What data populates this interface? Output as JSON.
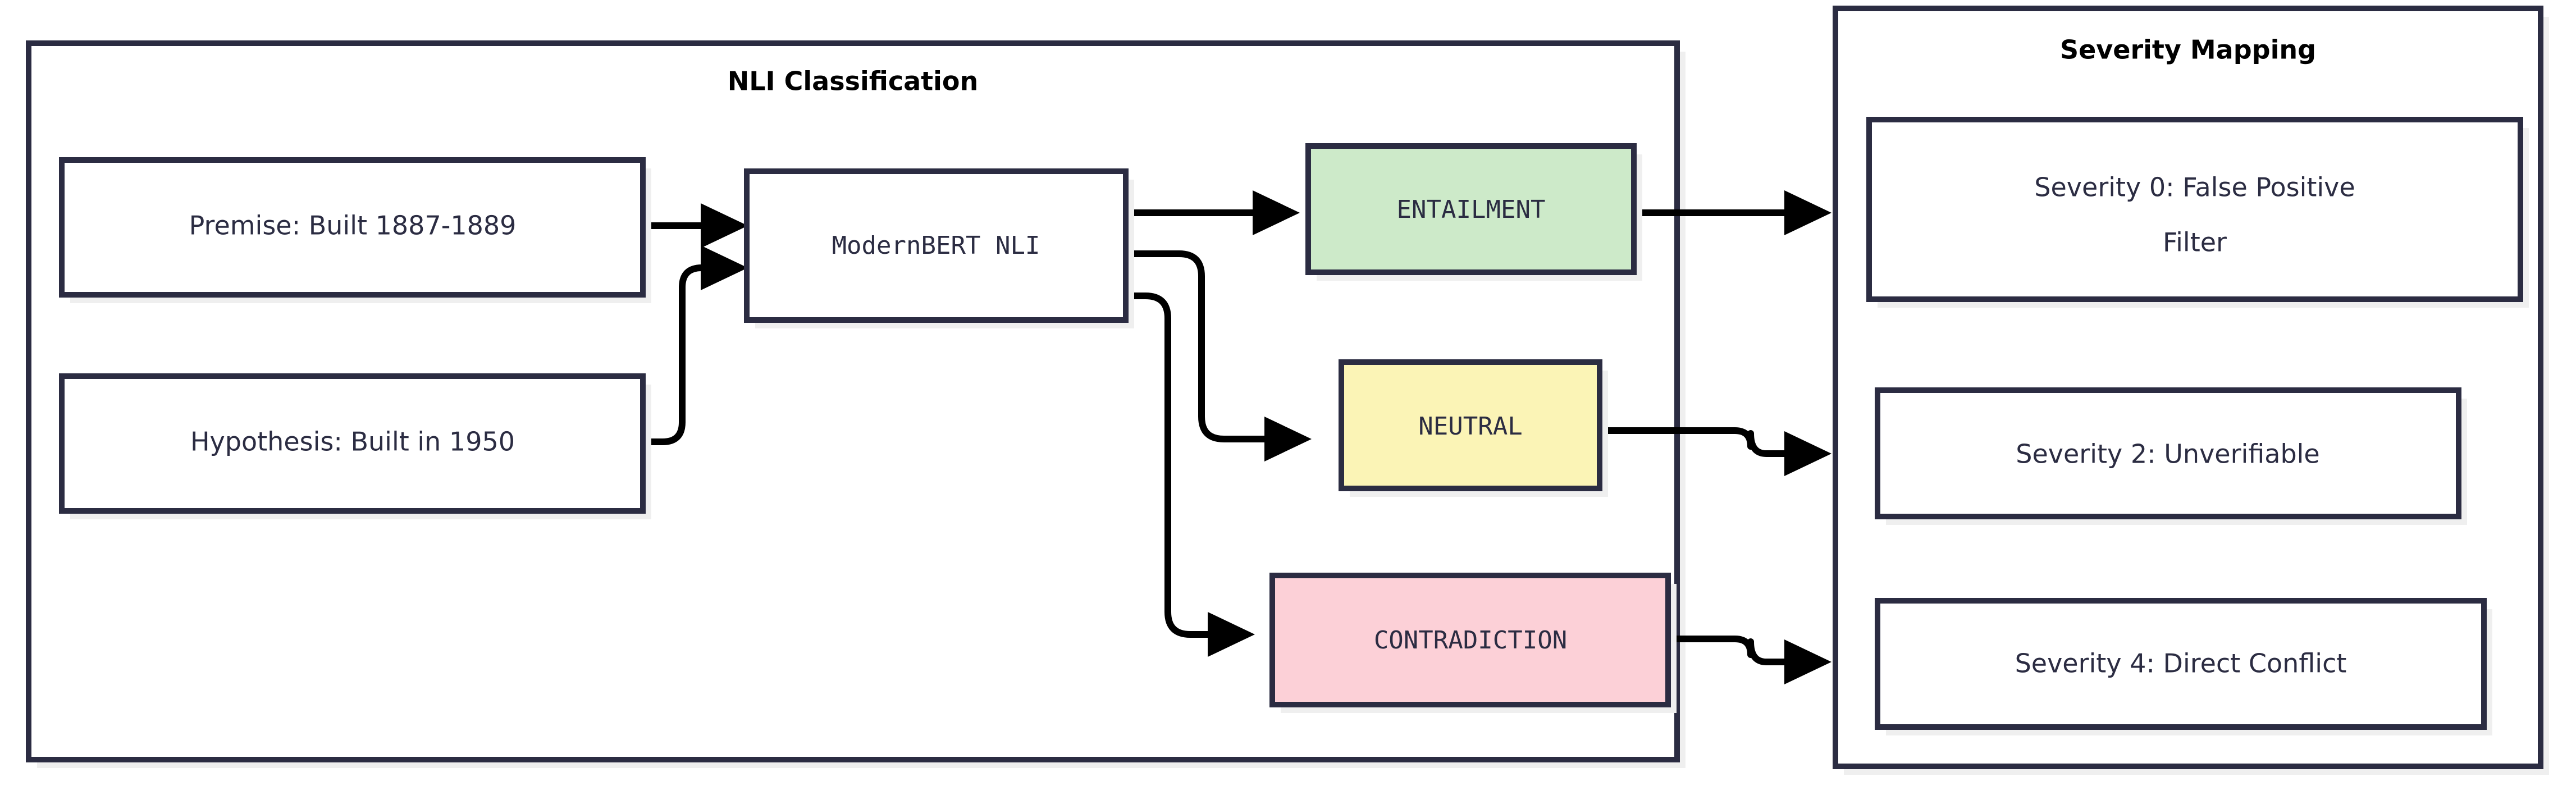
{
  "diagram": {
    "type": "flowchart",
    "direction": "left-to-right",
    "background_color": "#ffffff",
    "line_color": "#000000",
    "border_color": "#2b2c42",
    "text_color": "#2b2c42",
    "shadow_color": "#efefef"
  },
  "clusters": [
    {
      "id": "nli-classification",
      "title": "NLI Classification",
      "fill": "#ffffff",
      "stroke": "#2b2c42"
    },
    {
      "id": "severity-mapping",
      "title": "Severity Mapping",
      "fill": "#ffffff",
      "stroke": "#2b2c42"
    }
  ],
  "nodes": [
    {
      "id": "premise",
      "label": "Premise: Built 1887-1889",
      "fill": "#ffffff",
      "stroke": "#2b2c42",
      "cluster": "nli-classification"
    },
    {
      "id": "hypothesis",
      "label": "Hypothesis: Built in 1950",
      "fill": "#ffffff",
      "stroke": "#2b2c42",
      "cluster": "nli-classification"
    },
    {
      "id": "model",
      "label": "ModernBERT NLI",
      "fill": "#ffffff",
      "stroke": "#2b2c42",
      "cluster": "nli-classification"
    },
    {
      "id": "entailment",
      "label": "ENTAILMENT",
      "fill": "#cdeac9",
      "stroke": "#2b2c42",
      "cluster": "nli-classification"
    },
    {
      "id": "neutral",
      "label": "NEUTRAL",
      "fill": "#fbf4b6",
      "stroke": "#2b2c42",
      "cluster": "nli-classification"
    },
    {
      "id": "contradiction",
      "label": "CONTRADICTION",
      "fill": "#fcd0d7",
      "stroke": "#2b2c42",
      "cluster": "nli-classification"
    },
    {
      "id": "severity0",
      "label": "Severity 0: False Positive",
      "label_line2": "Filter",
      "fill": "#ffffff",
      "stroke": "#2b2c42",
      "cluster": "severity-mapping"
    },
    {
      "id": "severity2",
      "label": "Severity 2: Unverifiable",
      "fill": "#ffffff",
      "stroke": "#2b2c42",
      "cluster": "severity-mapping"
    },
    {
      "id": "severity4",
      "label": "Severity 4: Direct Conflict",
      "fill": "#ffffff",
      "stroke": "#2b2c42",
      "cluster": "severity-mapping"
    }
  ],
  "edges": [
    {
      "id": "e1",
      "from": "premise",
      "to": "model",
      "arrow": "triangle"
    },
    {
      "id": "e2",
      "from": "hypothesis",
      "to": "model",
      "arrow": "triangle"
    },
    {
      "id": "e3",
      "from": "model",
      "to": "entailment",
      "arrow": "triangle"
    },
    {
      "id": "e4",
      "from": "model",
      "to": "neutral",
      "arrow": "triangle"
    },
    {
      "id": "e5",
      "from": "model",
      "to": "contradiction",
      "arrow": "triangle"
    },
    {
      "id": "e6",
      "from": "entailment",
      "to": "severity0",
      "arrow": "triangle"
    },
    {
      "id": "e7",
      "from": "neutral",
      "to": "severity2",
      "arrow": "triangle"
    },
    {
      "id": "e8",
      "from": "contradiction",
      "to": "severity4",
      "arrow": "triangle"
    }
  ]
}
